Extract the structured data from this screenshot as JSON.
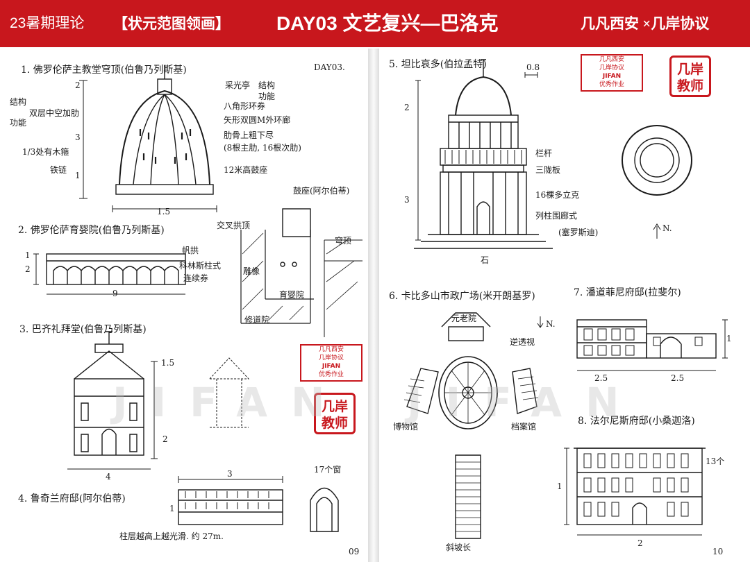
{
  "banner": {
    "series": "23暑期理论",
    "bracket": "【状元范图领画】",
    "day": "DAY03 文艺复兴—巴洛克",
    "brand": "几凡西安 ×几岸协议"
  },
  "left": {
    "s1_title": "1. 佛罗伦萨主教堂穹顶(伯鲁乃列斯基)",
    "s1_day": "DAY03.",
    "s1_labels": [
      "采光亭",
      "结构",
      "功能",
      "八角形环券",
      "矢形双圆M外环廊",
      "肋骨上粗下尽",
      "(8根主肋, 16根次肋)",
      "12米高鼓座",
      "结构",
      "功能",
      "双层中空加肋",
      "1/3处有木箍",
      "铁链"
    ],
    "s1_dims": [
      "2",
      "3",
      "1",
      "1.5"
    ],
    "s2_title": "2. 佛罗伦萨育婴院(伯鲁乃列斯基)",
    "s2_labels": [
      "帆拱",
      "科林斯柱式",
      "连续券",
      "交叉拱顶",
      "鼓座(阿尔伯蒂)",
      "穹顶",
      "育婴院",
      "修道院",
      "雕像"
    ],
    "s2_dims": [
      "1",
      "2",
      "9"
    ],
    "s3_title": "3. 巴齐礼拜堂(伯鲁乃列斯基)",
    "s3_dims": [
      "1.5",
      "2",
      "4"
    ],
    "s4_title": "4. 鲁奇兰府邸(阿尔伯蒂)",
    "s4_labels": [
      "17个窗",
      "柱层越高上越光滑. 约 27m."
    ],
    "s4_dims": [
      "3",
      "1"
    ],
    "page_no": "09"
  },
  "right": {
    "s5_title": "5. 坦比哀多(伯拉孟特)",
    "s5_labels": [
      "栏杆",
      "三陇板",
      "16棵多立克",
      "列柱围廊式",
      "(塞罗斯迪)",
      "N."
    ],
    "s5_dims": [
      "0.8",
      "2",
      "3",
      "石"
    ],
    "s6_title": "6. 卡比多山市政广场(米开朗基罗)",
    "s6_labels": [
      "元老院",
      "逆透视",
      "N.",
      "博物馆",
      "档案馆",
      "斜坡长"
    ],
    "s7_title": "7. 潘道菲尼府邸(拉斐尔)",
    "s7_dims": [
      "1",
      "2.5",
      "2.5"
    ],
    "s8_title": "8. 法尔尼斯府邸(小桑迦洛)",
    "s8_labels": [
      "13个"
    ],
    "s8_dims": [
      "1",
      "2"
    ],
    "page_no": "10"
  },
  "stamp": {
    "line1": "几凡西安",
    "line2": "几岸协议",
    "logo": "JIFAN",
    "line3": "优秀作业"
  },
  "seal": {
    "line1": "几岸",
    "line2": "教师"
  },
  "watermark": {
    "text": "JIFAN"
  },
  "colors": {
    "banner": "#c8171d",
    "ink": "#1a1a1a",
    "watermark": "#d8a0a8"
  }
}
